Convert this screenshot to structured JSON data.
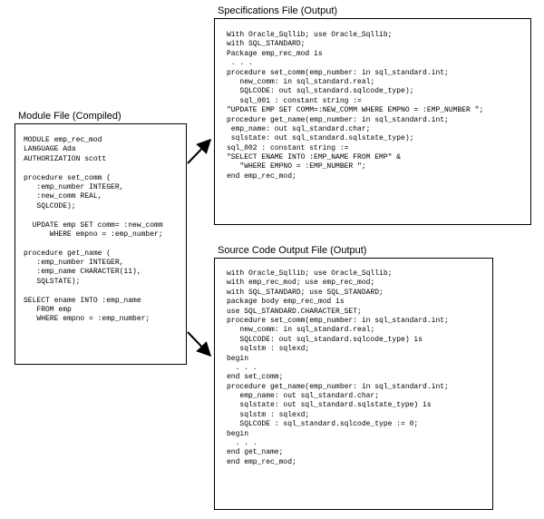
{
  "module": {
    "title": "Module File (Compiled)",
    "lines": [
      "MODULE emp_rec_mod",
      "LANGUAGE Ada",
      "AUTHORIZATION scott",
      "",
      "procedure set_comm (",
      "   :emp_number INTEGER,",
      "   :new_comm REAL,",
      "   SQLCODE);",
      "",
      "  UPDATE emp SET comm= :new_comm",
      "      WHERE empno = :emp_number;",
      "",
      "procedure get_name (",
      "   :emp_number INTEGER,",
      "   :emp_name CHARACTER(11),",
      "   SQLSTATE);",
      "",
      "SELECT ename INTO :emp_name",
      "   FROM emp",
      "   WHERE empno = :emp_number;"
    ]
  },
  "spec": {
    "title": "Specifications File (Output)",
    "lines": [
      "With Oracle_Sqllib; use Oracle_Sqllib;",
      "with SQL_STANDARD;",
      "Package emp_rec_mod is",
      " . . .",
      "procedure set_comm(emp_number: in sql_standard.int;",
      "   new_comm: in sql_standard.real;",
      "   SQLCODE: out sql_standard.sqlcode_type);",
      "   sql_001 : constant string :=",
      "\"UPDATE EMP SET COMM=:NEW_COMM WHERE EMPNO = :EMP_NUMBER \";",
      "procedure get_name(emp_number: in sql_standard.int;",
      " emp_name: out sql_standard.char;",
      " sqlstate: out sql_standard.sqlstate_type);",
      "sql_002 : constant string :=",
      "\"SELECT ENAME INTO :EMP_NAME FROM EMP\" &",
      "   \"WHERE EMPNO = :EMP_NUMBER \";",
      "end emp_rec_mod;"
    ]
  },
  "source": {
    "title": "Source Code Output File (Output)",
    "lines": [
      "with Oracle_Sqllib; use Oracle_Sqllib;",
      "with emp_rec_mod; use emp_rec_mod;",
      "with SQL_STANDARD; use SQL_STANDARD;",
      "package body emp_rec_mod is",
      "use SQL_STANDARD.CHARACTER_SET;",
      "procedure set_comm(emp_number: in sql_standard.int;",
      "   new_comm: in sql_standard.real;",
      "   SQLCODE: out sql_standard.sqlcode_type) is",
      "   sqlstm : sqlexd;",
      "begin",
      "  . . .",
      "end set_comm;",
      "procedure get_name(emp_number: in sql_standard.int;",
      "   emp_name: out sql_standard.char;",
      "   sqlstate: out sql_standard.sqlstate_type) is",
      "   sqlstm : sqlexd;",
      "   SQLCODE : sql_standard.sqlcode_type := 0;",
      "begin",
      "  . . .",
      "end get_name;",
      "end emp_rec_mod;"
    ]
  }
}
